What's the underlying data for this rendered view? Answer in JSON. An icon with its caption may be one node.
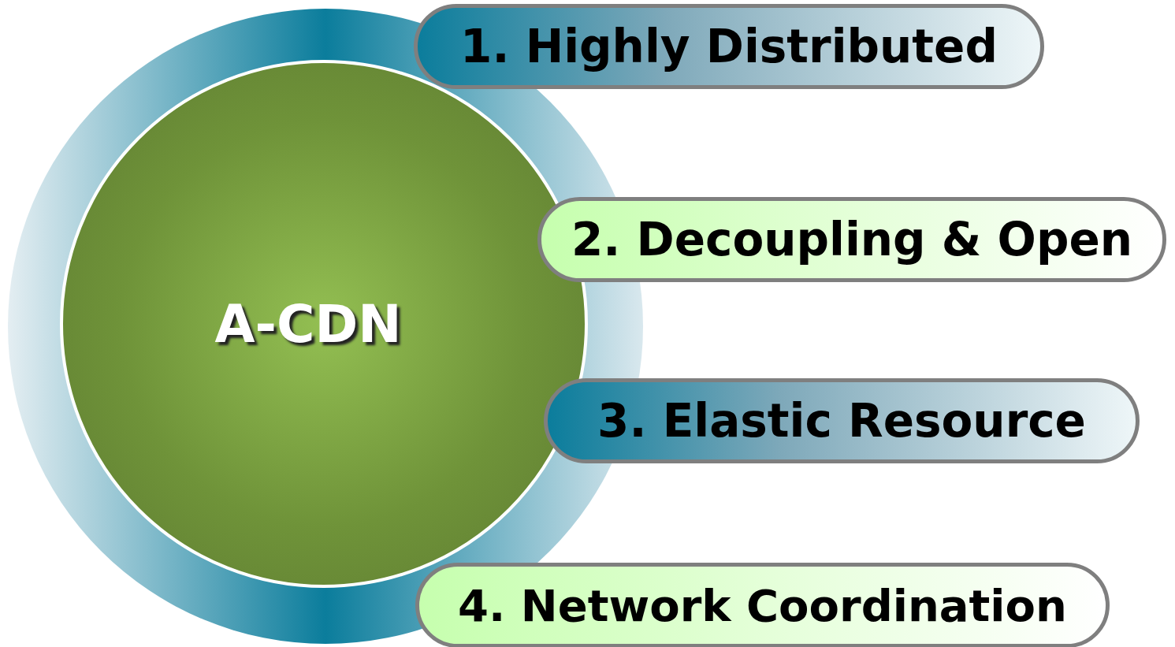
{
  "diagram": {
    "nodes": [
      {
        "text": [
          "A-CDN"
        ]
      },
      {
        "text": [
          "1. Highly Distributed"
        ]
      },
      {
        "text": [
          "2. Decoupling & Open"
        ]
      },
      {
        "text": [
          "3. Elastic Resource"
        ]
      },
      {
        "text": [
          "4. Network Coordination"
        ]
      }
    ]
  }
}
